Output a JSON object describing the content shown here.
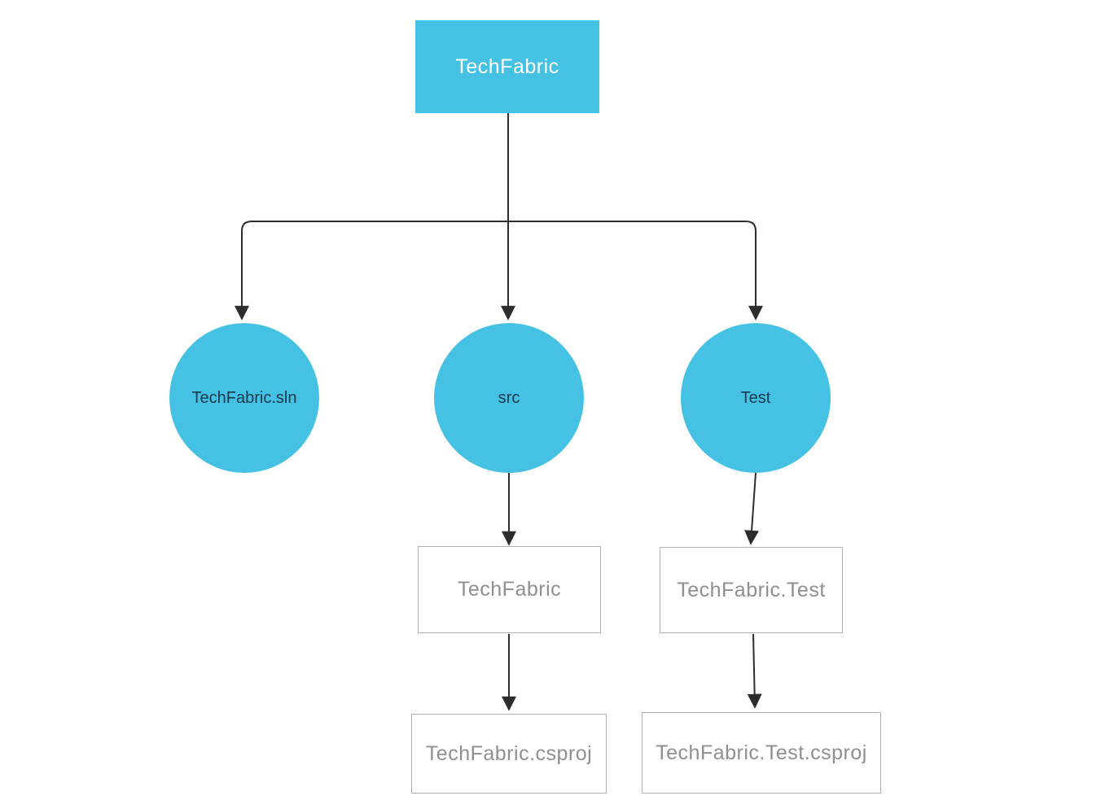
{
  "colors": {
    "accent": "#45c2e3",
    "canvas-bg": "#ffffff",
    "line": "#2d2d2d",
    "gray-border": "#b0b0b0",
    "gray-text": "#8f8f8f",
    "dark-text": "#16384e",
    "light-text": "#ffffff"
  },
  "nodes": {
    "root": {
      "label": "TechFabric",
      "shape": "filled-rectangle"
    },
    "sln": {
      "label": "TechFabric.sln",
      "shape": "circle"
    },
    "src": {
      "label": "src",
      "shape": "circle"
    },
    "test": {
      "label": "Test",
      "shape": "circle"
    },
    "src_project": {
      "label": "TechFabric",
      "shape": "outlined-rectangle"
    },
    "test_project": {
      "label": "TechFabric.Test",
      "shape": "outlined-rectangle"
    },
    "src_csproj": {
      "label": "TechFabric.csproj",
      "shape": "outlined-rectangle"
    },
    "test_csproj": {
      "label": "TechFabric.Test.csproj",
      "shape": "outlined-rectangle"
    }
  },
  "edges": [
    {
      "from": "root",
      "to": "sln"
    },
    {
      "from": "root",
      "to": "src"
    },
    {
      "from": "root",
      "to": "test"
    },
    {
      "from": "src",
      "to": "src_project"
    },
    {
      "from": "src_project",
      "to": "src_csproj"
    },
    {
      "from": "test",
      "to": "test_project"
    },
    {
      "from": "test_project",
      "to": "test_csproj"
    }
  ]
}
